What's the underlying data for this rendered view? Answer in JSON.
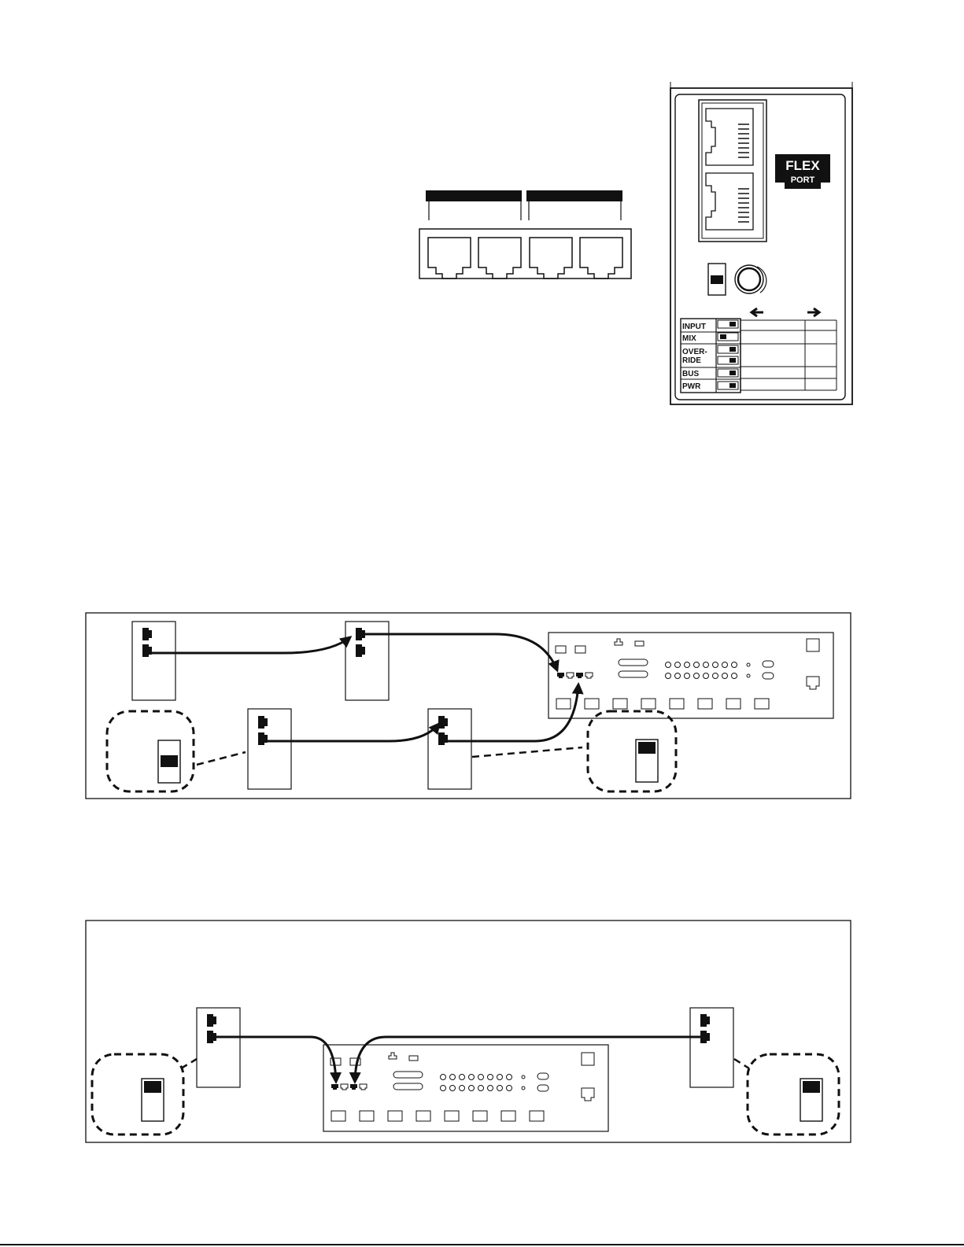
{
  "logo": {
    "line1": "FLEX",
    "line2": "PORT"
  },
  "dip_switches": [
    {
      "label": "INPUT",
      "position": "right"
    },
    {
      "label": "MIX",
      "position": "left"
    },
    {
      "label": "OVER-",
      "position": "right"
    },
    {
      "label": "RIDE",
      "position": "right"
    },
    {
      "label": "BUS",
      "position": "right"
    },
    {
      "label": "PWR",
      "position": "right"
    }
  ],
  "icons": {
    "left_arrow": "arrow-left-icon",
    "right_arrow": "arrow-right-icon",
    "knob": "rotary-knob-icon"
  },
  "colors": {
    "ink": "#111111",
    "paper": "#ffffff"
  }
}
